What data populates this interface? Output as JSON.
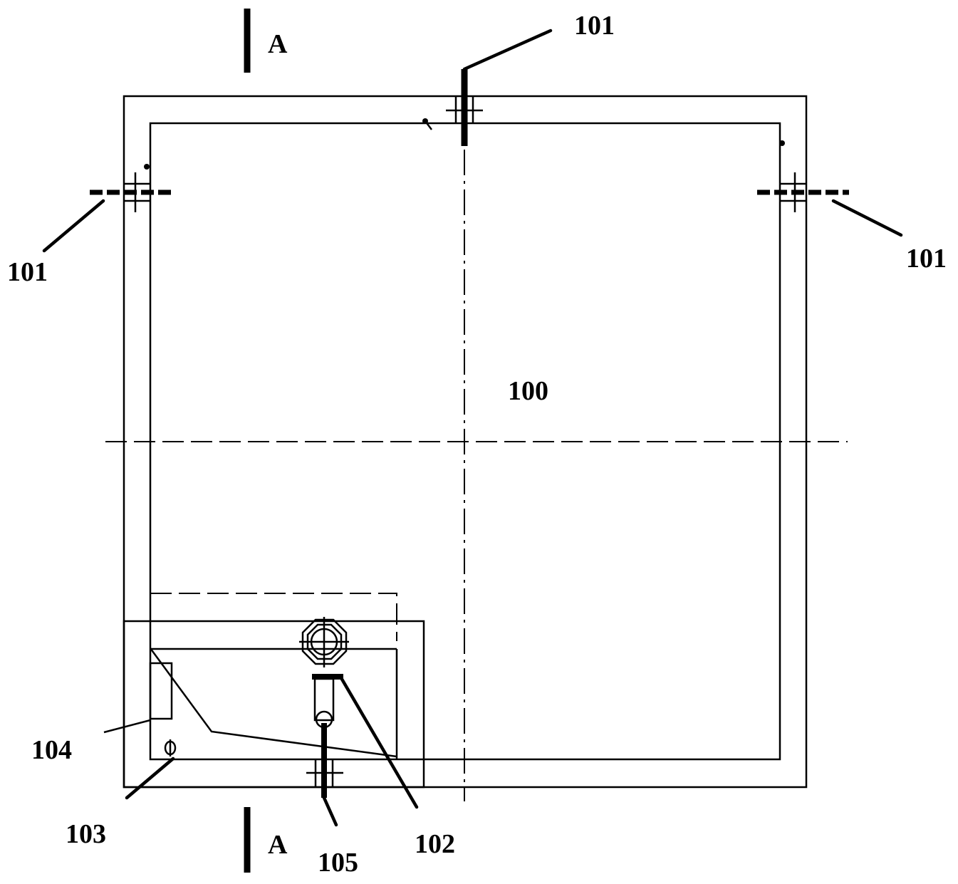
{
  "labels": {
    "main_body": "100",
    "lug_top": "101",
    "lug_left": "101",
    "lug_right": "101",
    "part_102": "102",
    "part_103": "103",
    "part_104": "104",
    "part_105": "105",
    "section_top": "A",
    "section_bottom": "A"
  },
  "colors": {
    "line": "#000000",
    "background": "#ffffff"
  }
}
